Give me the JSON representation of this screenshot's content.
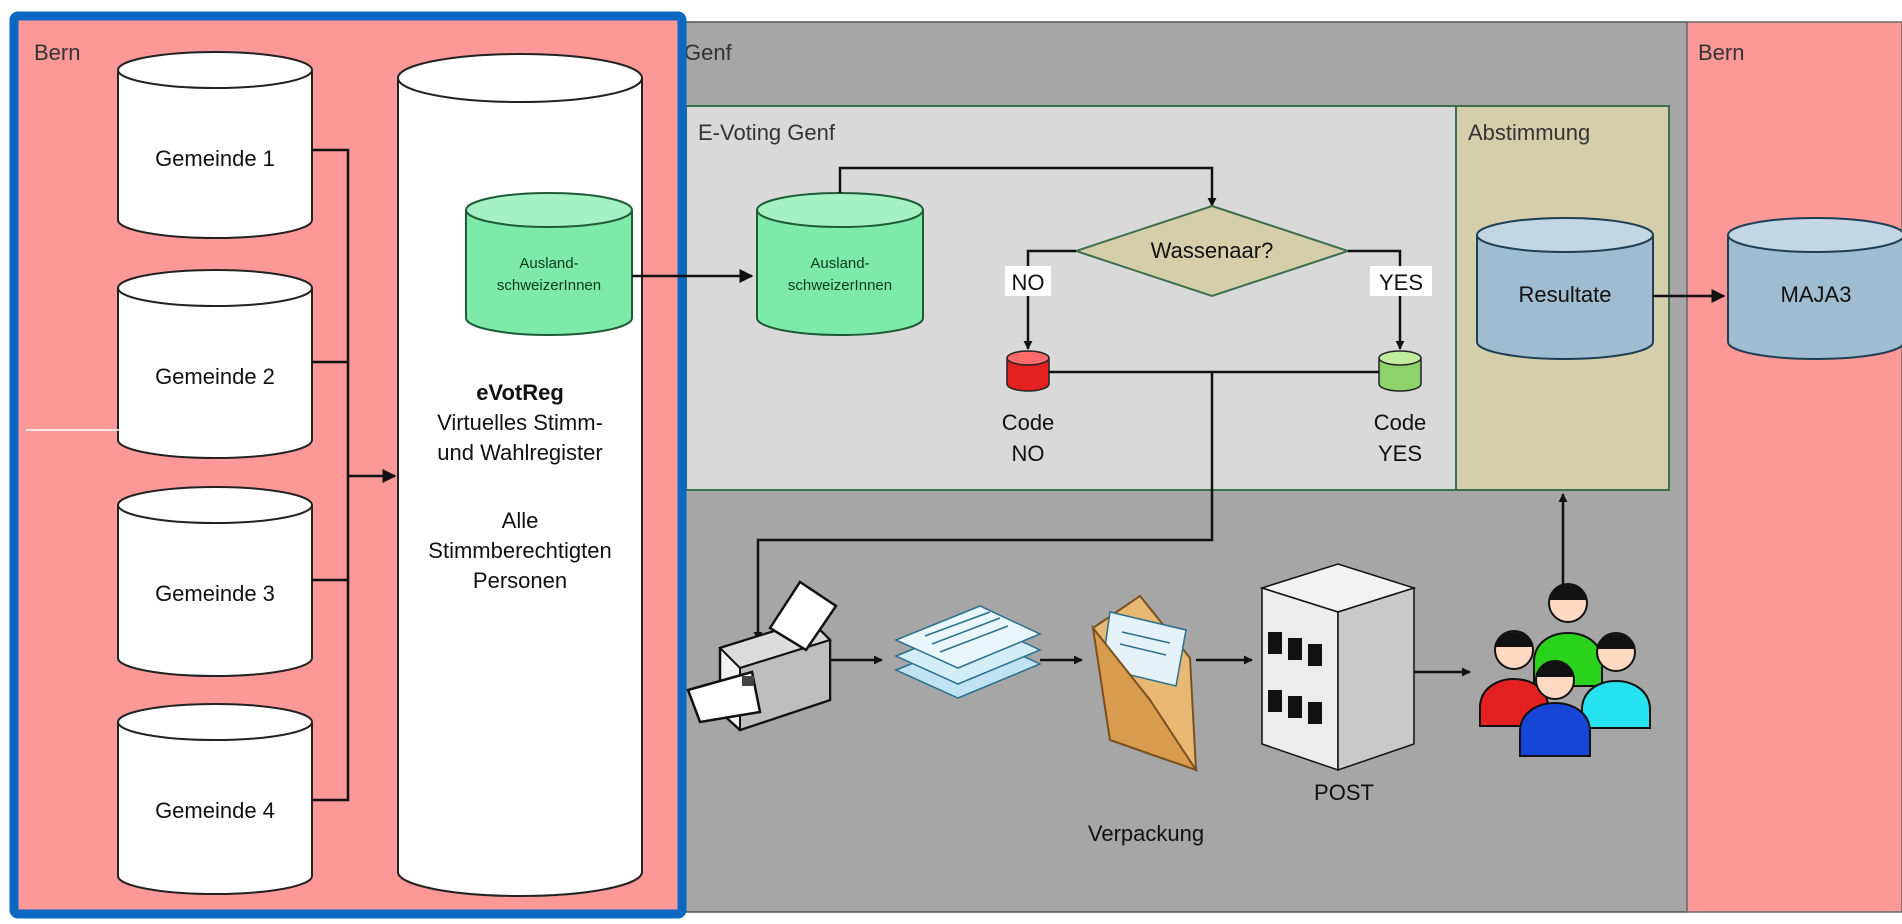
{
  "zones": {
    "bern_left": "Bern",
    "genf": "Genf",
    "evoting_genf": "E-Voting Genf",
    "abstimmung": "Abstimmung",
    "bern_right": "Bern"
  },
  "gemeinden": [
    "Gemeinde 1",
    "Gemeinde 2",
    "Gemeinde 3",
    "Gemeinde 4"
  ],
  "evotreg": {
    "title": "eVotReg",
    "line1": "Virtuelles Stimm-",
    "line2": "und Wahlregister",
    "line3": "Alle",
    "line4": "Stimmberechtigten",
    "line5": "Personen"
  },
  "ausland_db": {
    "line1": "Ausland-",
    "line2": "schweizerInnen"
  },
  "decision": {
    "label": "Wassenaar?",
    "no": "NO",
    "yes": "YES"
  },
  "codes": {
    "no": {
      "line1": "Code",
      "line2": "NO"
    },
    "yes": {
      "line1": "Code",
      "line2": "YES"
    }
  },
  "resultate": "Resultate",
  "maja3": "MAJA3",
  "verpackung": "Verpackung",
  "post": "POST",
  "colors": {
    "bern": "#fc9898",
    "genf": "#a6a6a6",
    "evoting": "#d9d9d9",
    "abstimmung": "#d4cfaa",
    "highlight": "#0a68c2",
    "ausland_db": "#7deaaa",
    "blue_db": "#9fbcd0",
    "decision": "#d4cfaa",
    "code_no": "#e42020",
    "code_yes": "#8fd16a"
  },
  "icons": [
    "printer-icon",
    "documents-icon",
    "envelope-icon",
    "post-building-icon",
    "people-group-icon"
  ]
}
